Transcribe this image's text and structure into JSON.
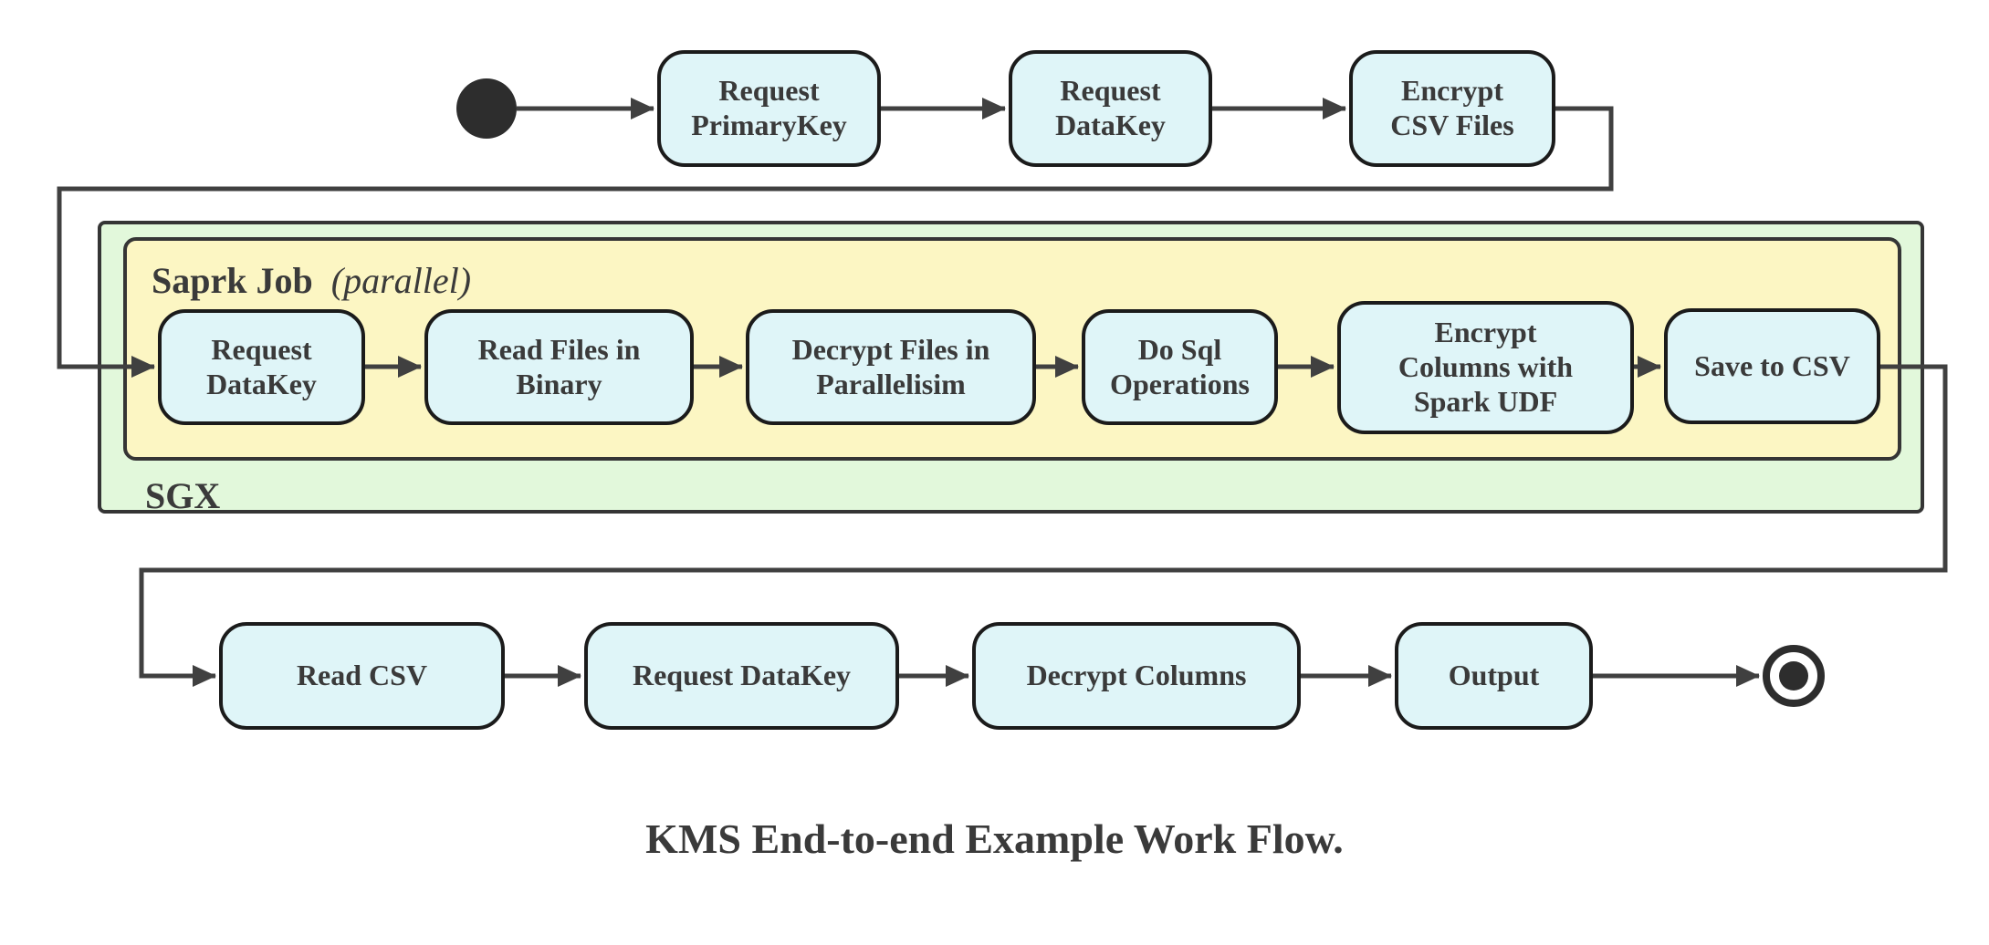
{
  "caption": "KMS End-to-end Example Work Flow.",
  "containers": {
    "sgx": {
      "label": "SGX"
    },
    "spark": {
      "label_bold": "Saprk Job",
      "label_italic": "(parallel)"
    }
  },
  "nodes": {
    "top": [
      "Request\nPrimaryKey",
      "Request\nDataKey",
      "Encrypt\nCSV Files"
    ],
    "sgx": [
      "Request\nDataKey",
      "Read Files in\nBinary",
      "Decrypt Files in\nParallelisim",
      "Do Sql\nOperations",
      "Encrypt\nColumns with\nSpark UDF",
      "Save to CSV"
    ],
    "bottom": [
      "Read CSV",
      "Request DataKey",
      "Decrypt Columns",
      "Output"
    ]
  },
  "colors": {
    "node_fill": "#dff5f8",
    "node_border": "#1b1b1b",
    "sgx_fill": "#e2f8db",
    "spark_fill": "#fcf6c3",
    "border": "#353535",
    "line": "#404040",
    "line_dark": "#2d2d2d",
    "text": "#3a3a3a"
  }
}
